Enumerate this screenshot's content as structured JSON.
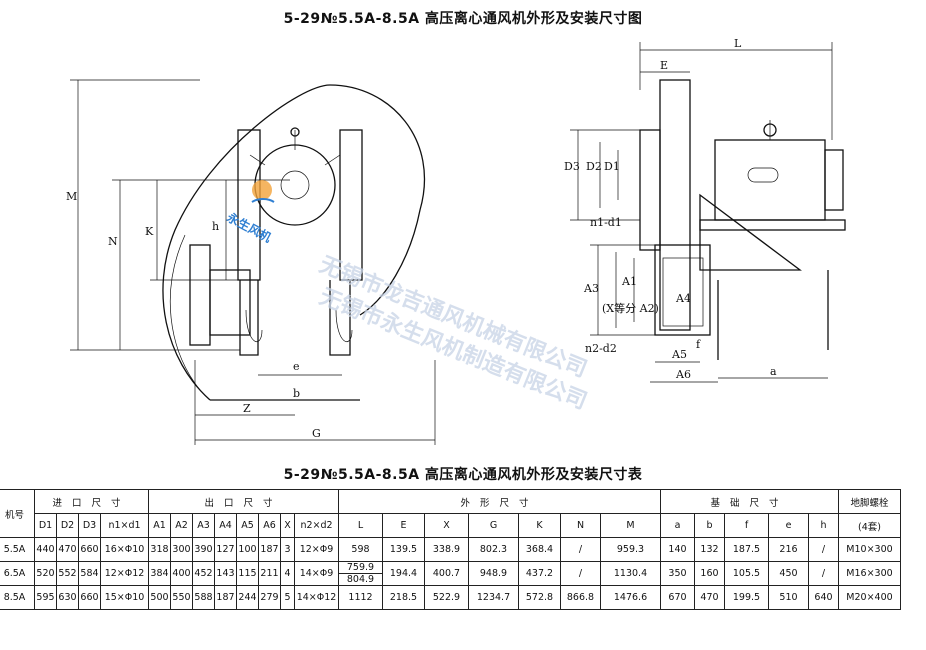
{
  "titles": {
    "drawing": "5-29№5.5A-8.5A 高压离心通风机外形及安装尺寸图",
    "table": "5-29№5.5A-8.5A 高压离心通风机外形及安装尺寸表"
  },
  "watermark": {
    "line1": "无锡市龙吉通风机械有限公司",
    "line2": "无锡市永生风机制造有限公司",
    "logo_text": "永生风机"
  },
  "drawing_labels": {
    "front": [
      "M",
      "N",
      "K",
      "h",
      "e",
      "b",
      "Z",
      "G"
    ],
    "side": [
      "L",
      "E",
      "D3",
      "D2",
      "D1",
      "n1-d1",
      "A3",
      "(X等分 A2)",
      "A1",
      "A4",
      "n2-d2",
      "f",
      "A5",
      "A6",
      "a"
    ]
  },
  "table": {
    "group_headers": {
      "model": "机号",
      "inlet": "进口尺寸",
      "outlet": "出口尺寸",
      "overall": "外形尺寸",
      "foundation": "基础尺寸",
      "bolts": "地脚螺栓",
      "bolts_sub": "(4套)"
    },
    "sub_headers": {
      "inlet": [
        "D1",
        "D2",
        "D3",
        "n1×d1"
      ],
      "outlet": [
        "A1",
        "A2",
        "A3",
        "A4",
        "A5",
        "A6",
        "X",
        "n2×d2"
      ],
      "overall": [
        "L",
        "E",
        "X",
        "G",
        "K",
        "N",
        "M"
      ],
      "foundation": [
        "a",
        "b",
        "f",
        "e",
        "h"
      ]
    },
    "rows": [
      {
        "model": "5.5A",
        "inlet": [
          "440",
          "470",
          "660",
          "16×Φ10"
        ],
        "outlet": [
          "318",
          "300",
          "390",
          "127",
          "100",
          "187",
          "3",
          "12×Φ9"
        ],
        "overall": [
          "598",
          "139.5",
          "338.9",
          "802.3",
          "368.4",
          "/",
          "959.3"
        ],
        "foundation": [
          "140",
          "132",
          "187.5",
          "216",
          "/"
        ],
        "bolts": "M10×300"
      },
      {
        "model": "6.5A",
        "inlet": [
          "520",
          "552",
          "584",
          "12×Φ12"
        ],
        "outlet": [
          "384",
          "400",
          "452",
          "143",
          "115",
          "211",
          "4",
          "14×Φ9"
        ],
        "L_values": [
          "759.9",
          "804.9"
        ],
        "overall_rest": [
          "194.4",
          "400.7",
          "948.9",
          "437.2",
          "/",
          "1130.4"
        ],
        "foundation": [
          "350",
          "160",
          "105.5",
          "450",
          "/"
        ],
        "bolts": "M16×300"
      },
      {
        "model": "8.5A",
        "inlet": [
          "595",
          "630",
          "660",
          "15×Φ10"
        ],
        "outlet": [
          "500",
          "550",
          "588",
          "187",
          "244",
          "279",
          "5",
          "14×Φ12"
        ],
        "overall": [
          "1112",
          "218.5",
          "522.9",
          "1234.7",
          "572.8",
          "866.8",
          "1476.6"
        ],
        "foundation": [
          "670",
          "470",
          "199.5",
          "510",
          "640"
        ],
        "bolts": "M20×400"
      }
    ]
  }
}
